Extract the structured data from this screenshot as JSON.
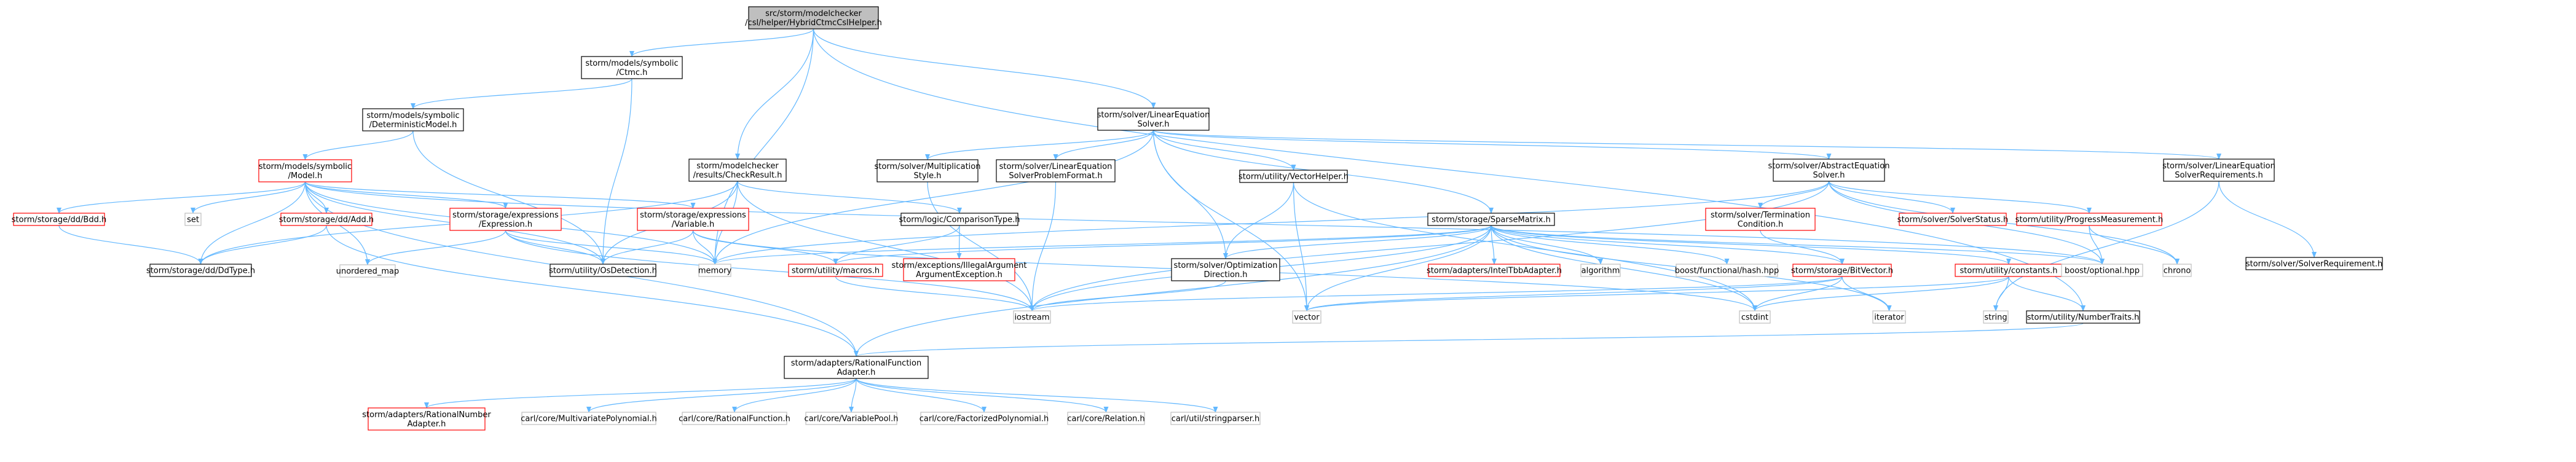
{
  "colors": {
    "edge": "#63b8ff",
    "root_fill": "#bfbfbf",
    "normal_border": "#000000",
    "missing_border": "#ff0000",
    "plain_border": "#bfbfbf",
    "background": "#ffffff"
  },
  "nodes": {
    "root": [
      "src/storm/modelchecker",
      "/csl/helper/HybridCtmcCslHelper.h"
    ],
    "ctmc": [
      "storm/models/symbolic",
      "/Ctmc.h"
    ],
    "detmodel": [
      "storm/models/symbolic",
      "/DeterministicModel.h"
    ],
    "model": [
      "storm/models/symbolic",
      "/Model.h"
    ],
    "checkresult": [
      "storm/modelchecker",
      "/results/CheckResult.h"
    ],
    "linsolver": [
      "storm/solver/LinearEquation",
      "Solver.h"
    ],
    "multstyle": [
      "storm/solver/Multiplication",
      "Style.h"
    ],
    "linprob": [
      "storm/solver/LinearEquation",
      "SolverProblemFormat.h"
    ],
    "vechelper": [
      "storm/utility/VectorHelper.h"
    ],
    "abssolver": [
      "storm/solver/AbstractEquation",
      "Solver.h"
    ],
    "linreq": [
      "storm/solver/LinearEquation",
      "SolverRequirements.h"
    ],
    "solverreq": [
      "storm/solver/SolverRequirement.h"
    ],
    "bdd": [
      "storm/storage/dd/Bdd.h"
    ],
    "set": [
      "set"
    ],
    "add": [
      "storm/storage/dd/Add.h"
    ],
    "ddtype": [
      "storm/storage/dd/DdType.h"
    ],
    "unordered_map": [
      "unordered_map"
    ],
    "expression": [
      "storm/storage/expressions",
      "/Expression.h"
    ],
    "variable": [
      "storm/storage/expressions",
      "/Variable.h"
    ],
    "osdetection": [
      "storm/utility/OsDetection.h"
    ],
    "memory": [
      "memory"
    ],
    "comparison": [
      "storm/logic/ComparisonType.h"
    ],
    "macros": [
      "storm/utility/macros.h"
    ],
    "illegalarg": [
      "storm/exceptions/IllegalArgument",
      "ArgumentException.h"
    ],
    "optdir": [
      "storm/solver/Optimization",
      "Direction.h"
    ],
    "iostream": [
      "iostream"
    ],
    "vector": [
      "vector"
    ],
    "sparsematrix": [
      "storm/storage/SparseMatrix.h"
    ],
    "inteltbb": [
      "storm/adapters/IntelTbbAdapter.h"
    ],
    "algorithm": [
      "algorithm"
    ],
    "boosthash": [
      "boost/functional/hash.hpp"
    ],
    "cstdint": [
      "cstdint"
    ],
    "termination": [
      "storm/solver/Termination",
      "Condition.h"
    ],
    "bitvector": [
      "storm/storage/BitVector.h"
    ],
    "iterator": [
      "iterator"
    ],
    "solverstatus": [
      "storm/solver/SolverStatus.h"
    ],
    "progress": [
      "storm/utility/ProgressMeasurement.h"
    ],
    "constants": [
      "storm/utility/constants.h"
    ],
    "boostopt": [
      "boost/optional.hpp"
    ],
    "chrono": [
      "chrono"
    ],
    "string": [
      "string"
    ],
    "numbertraits": [
      "storm/utility/NumberTraits.h"
    ],
    "ratfunc": [
      "storm/adapters/RationalFunction",
      "Adapter.h"
    ],
    "ratnum": [
      "storm/adapters/RationalNumber",
      "Adapter.h"
    ],
    "multipoly": [
      "carl/core/MultivariatePolynomial.h"
    ],
    "carlratfunc": [
      "carl/core/RationalFunction.h"
    ],
    "varpool": [
      "carl/core/VariablePool.h"
    ],
    "factpoly": [
      "carl/core/FactorizedPolynomial.h"
    ],
    "relation": [
      "carl/core/Relation.h"
    ],
    "stringparser": [
      "carl/util/stringparser.h"
    ]
  }
}
